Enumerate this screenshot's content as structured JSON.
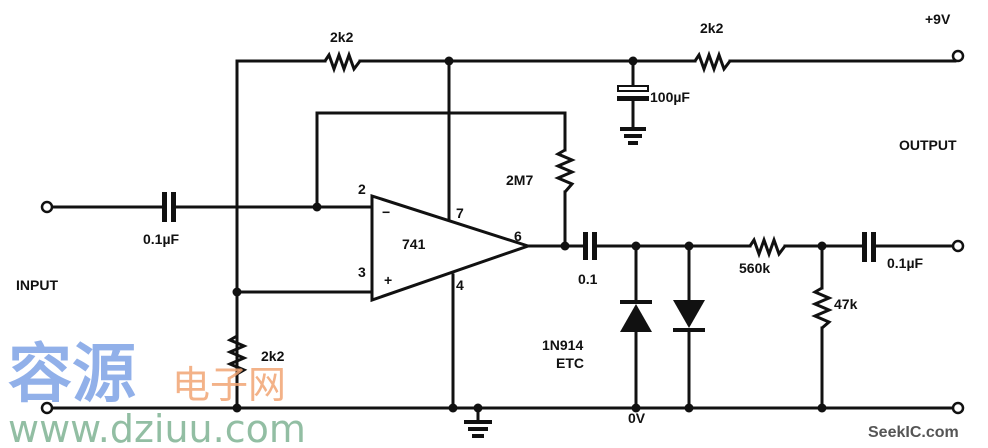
{
  "diagram": {
    "type": "circuit-schematic",
    "description": "741 op-amp amplifier with diode limiter output stage",
    "labels": {
      "supply": "+9V",
      "input": "INPUT",
      "output": "OUTPUT",
      "ground_ref": "0V",
      "opamp": "741",
      "diode_type_line1": "1N914",
      "diode_type_line2": "ETC"
    },
    "opamp_pins": {
      "inverting": "2",
      "non_inverting": "3",
      "output": "6",
      "v_plus": "7",
      "v_minus": "4",
      "minus_sign": "−",
      "plus_sign": "+"
    },
    "components": {
      "r_top": "2k2",
      "r_supply": "2k2",
      "c_decouple": "100µF",
      "r_feedback": "2M7",
      "c_input": "0.1µF",
      "r_bias": "2k2",
      "c_coupling": "0.1",
      "r_series": "560k",
      "r_shunt": "47k",
      "c_output": "0.1µF"
    },
    "watermarks": {
      "cn_site_part1": "容源",
      "cn_site_part2": "电子网",
      "url": "www.dziuu.com",
      "seekic": "SeekIC.com"
    }
  }
}
